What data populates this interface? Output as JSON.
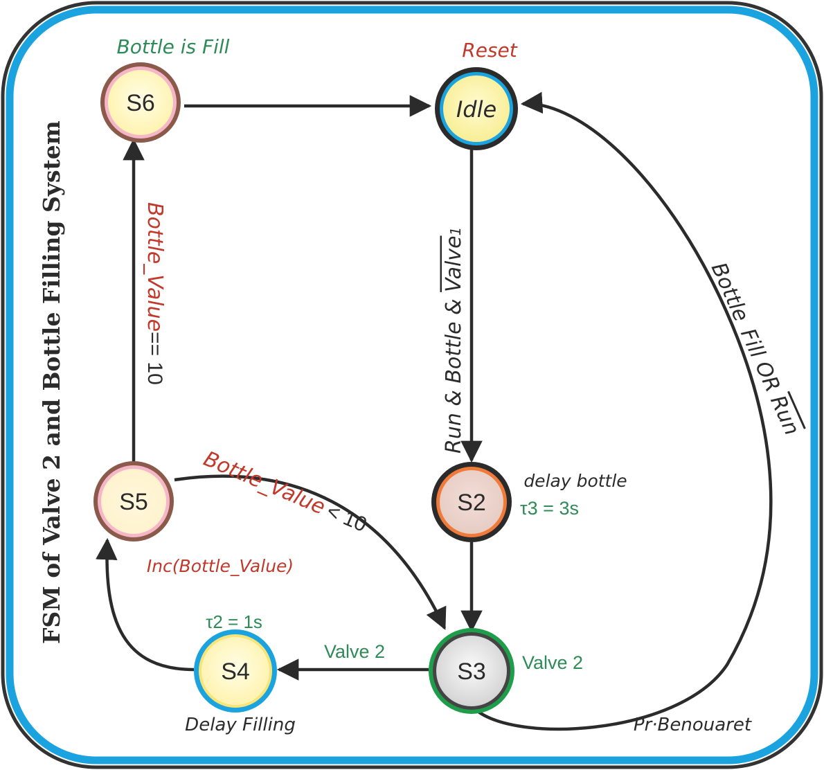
{
  "title": "FSM of Valve 2 and Bottle Filling System",
  "author": "Pr·Benouaret",
  "colors": {
    "frame_outer": "#333333",
    "frame_inner": "#1ba3e0",
    "red_label": "#c0392b",
    "green_label": "#2e8b57",
    "edge": "#2b2b2b"
  },
  "states": {
    "idle": {
      "label": "Idle",
      "annotation": "Reset"
    },
    "s2": {
      "label": "S2",
      "annotation": "delay bottle",
      "timer": "τ3 = 3s"
    },
    "s3": {
      "label": "S3",
      "annotation": "Valve 2"
    },
    "s4": {
      "label": "S4",
      "annotation": "Delay Filling",
      "timer": "τ2 = 1s"
    },
    "s5": {
      "label": "S5",
      "annotation": "Inc(Bottle_Value)"
    },
    "s6": {
      "label": "S6",
      "annotation": "Bottle is Fill"
    }
  },
  "transitions": {
    "idle_to_s2": {
      "part1": "Run & Bottle & ",
      "part2": "Valve",
      "part3": "1"
    },
    "s3_to_s4": "Valve 2",
    "s5_to_s3": {
      "red": "Bottle_Value",
      "black": "< 10"
    },
    "s5_to_s6": {
      "red": "Bottle_Value",
      "black": "== 10"
    },
    "s3_to_idle": {
      "part1": "Bottle_Fill OR ",
      "part2": "Run"
    }
  }
}
